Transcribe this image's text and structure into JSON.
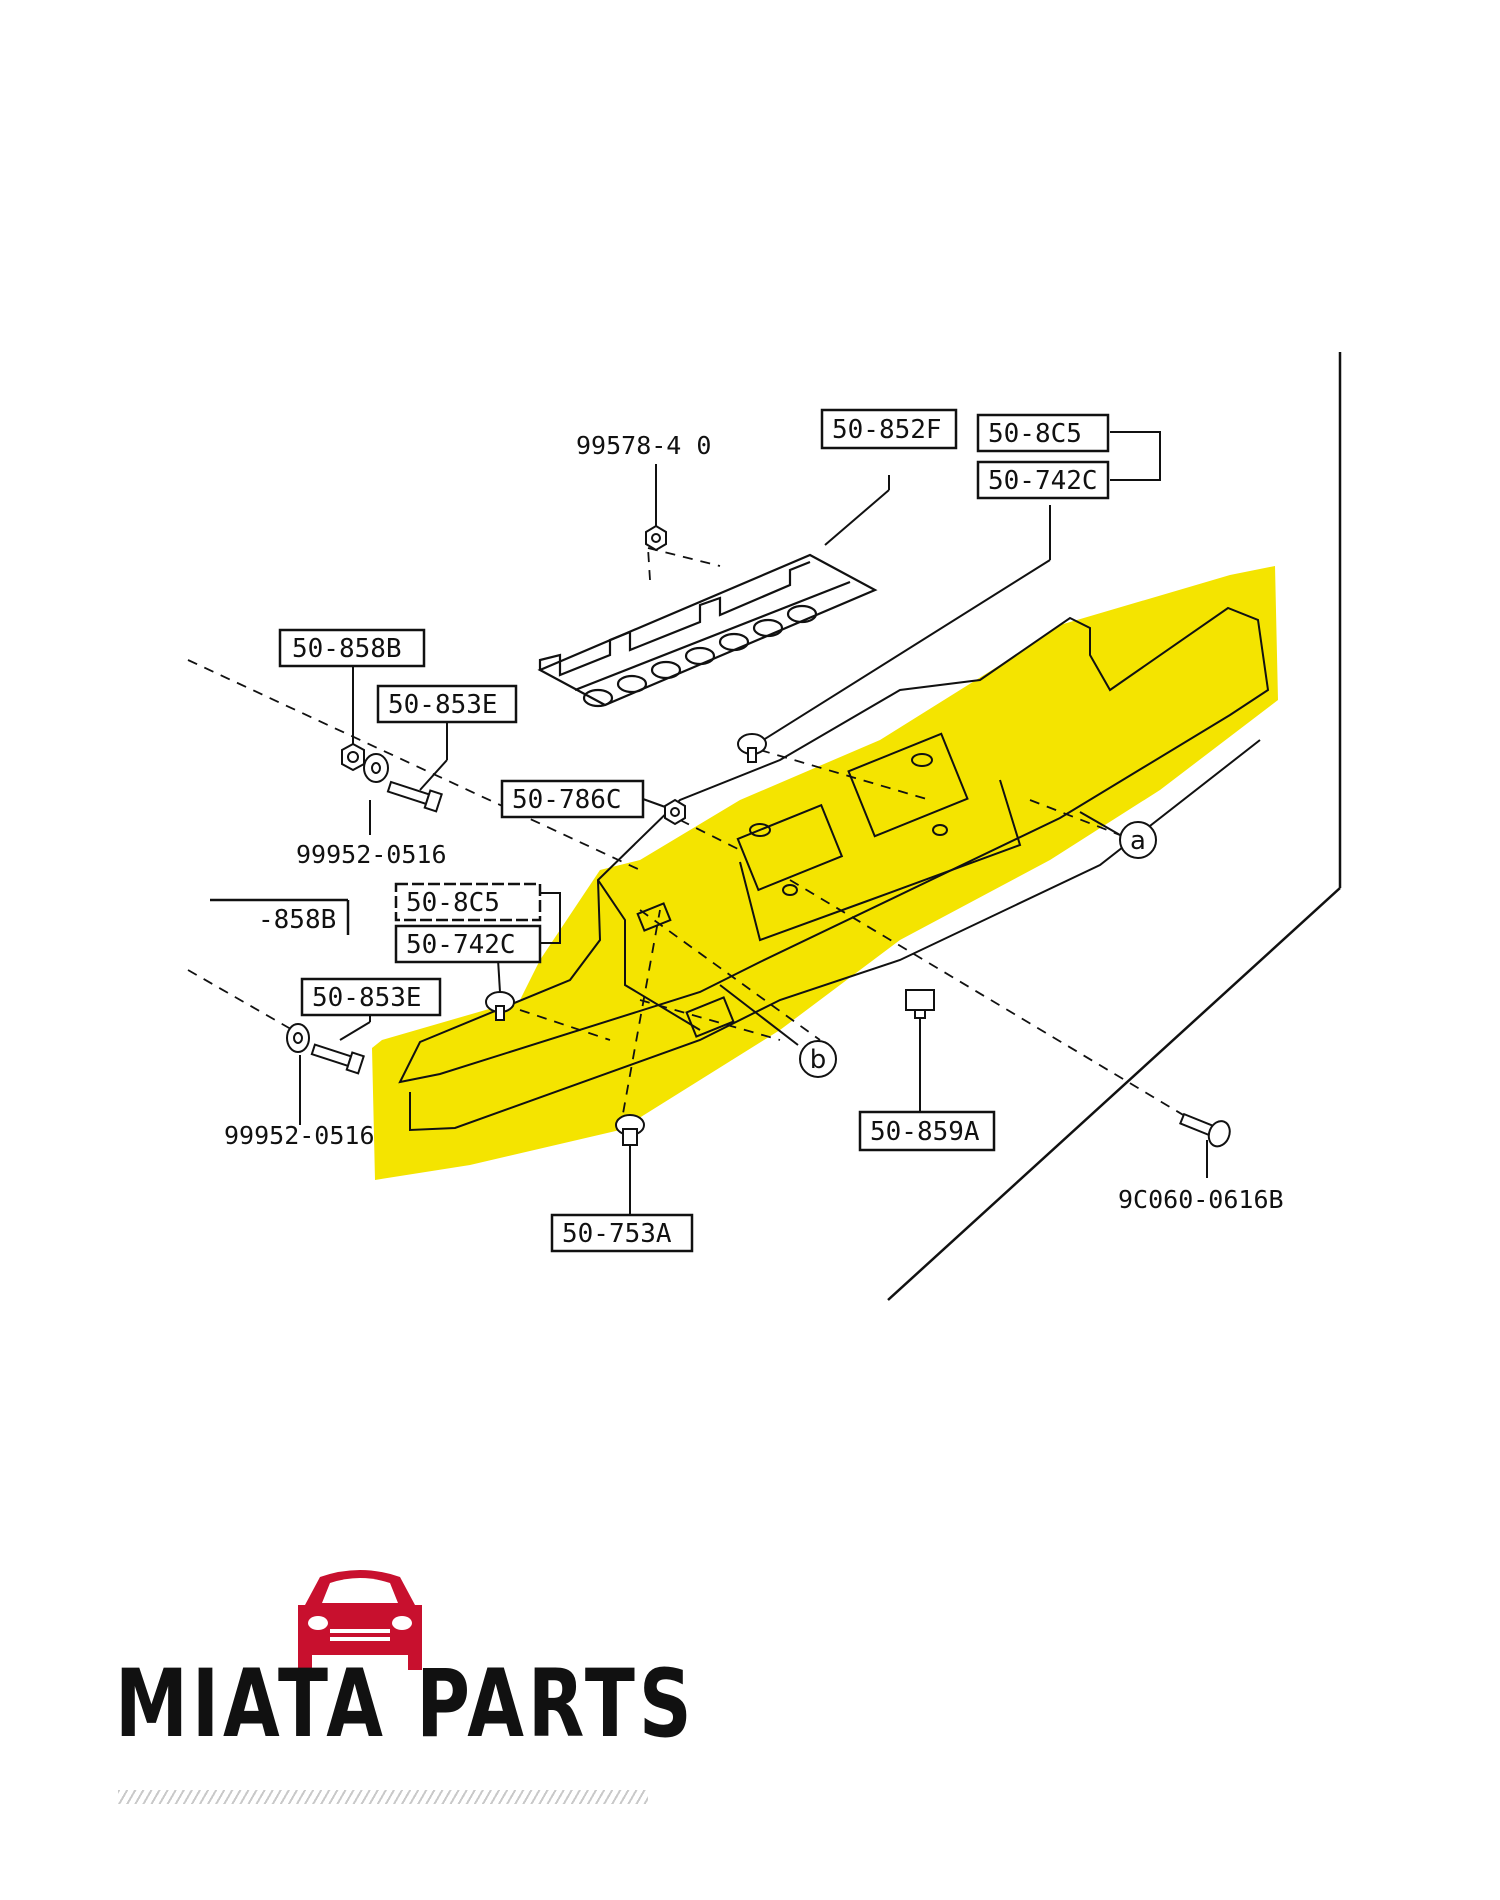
{
  "labels": {
    "top_bolt": "99578-4  0",
    "reinforcement": "50-852F",
    "clip_a": "50-8C5",
    "clip_b": "50-742C",
    "nut_left": "50-858B",
    "screw_left": "50-853E",
    "washer_left": "99952-0516",
    "nut_center": "50-786C",
    "nut_left2": "-858B",
    "clip_a2": "50-8C5",
    "clip_b2": "50-742C",
    "screw_left2": "50-853E",
    "washer_left2": "99952-0516",
    "bracket": "50-859A",
    "fastener_bottom": "50-753A",
    "bolt_right": "9C060-0616B"
  },
  "markers": {
    "a": "a",
    "b": "b"
  },
  "colors": {
    "highlight": "#F4E400",
    "logo_red": "#C8102E",
    "text": "#111111"
  },
  "brand": {
    "name": "MIATA PARTS"
  }
}
